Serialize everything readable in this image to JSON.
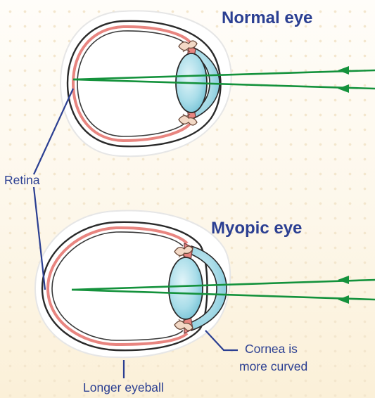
{
  "normal_eye": {
    "title": "Normal eye"
  },
  "myopic_eye": {
    "title": "Myopic eye"
  },
  "labels": {
    "retina": "Retina",
    "cornea_line1": "Cornea is",
    "cornea_line2": "more curved",
    "longer_eyeball": "Longer eyeball"
  },
  "colors": {
    "title": "#2b3f92",
    "label_text": "#2b3f92",
    "leader_line": "#2b3f92",
    "ray": "#14923c",
    "lens": "#a7dce9",
    "sclera_red": "#e88580",
    "eye_outline": "#2a2a2a",
    "eye_fill": "#ffffff"
  }
}
